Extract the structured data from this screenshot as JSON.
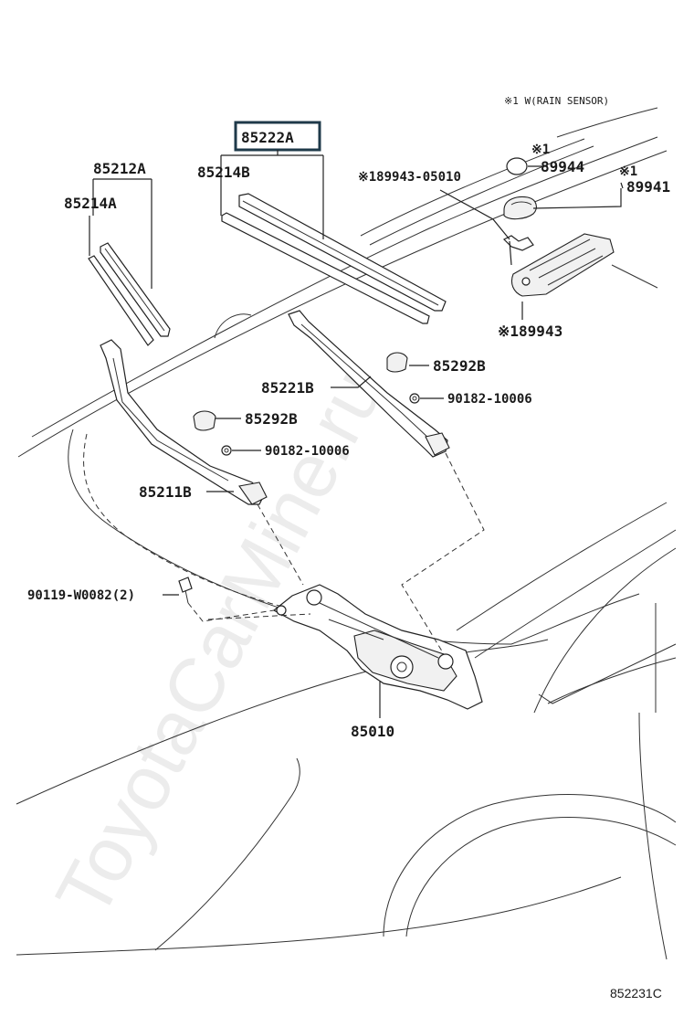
{
  "diagram": {
    "watermark": "ToyotaCarMine.ru",
    "figure_code": "852231C",
    "note_rain_sensor": "※1 W(RAIN SENSOR)",
    "highlight_color": "#1f3a4a",
    "parts": {
      "p85222A": "85222A",
      "p85212A": "85212A",
      "p85214B": "85214B",
      "p85214A": "85214A",
      "p89944_mark": "※1",
      "p89944": "89944",
      "p89941_mark": "※1",
      "p89941": "89941",
      "p89943_05010": "※189943-05010",
      "p89943": "※189943",
      "p85292B_upper": "85292B",
      "p85221B": "85221B",
      "p90182_upper": "90182-10006",
      "p85292B_lower": "85292B",
      "p90182_lower": "90182-10006",
      "p85211B": "85211B",
      "p90119": "90119-W0082(2)",
      "p85010": "85010"
    }
  }
}
